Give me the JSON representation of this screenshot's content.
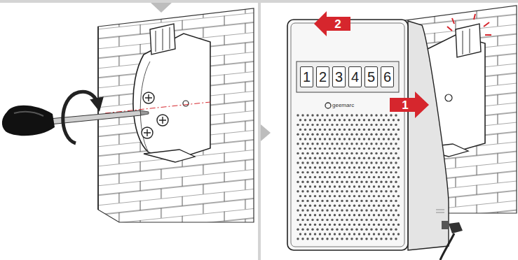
{
  "diagram": {
    "nodes": [
      {
        "text": [
          "1"
        ]
      },
      {
        "text": [
          "2"
        ]
      },
      {
        "text": [
          "3"
        ]
      },
      {
        "text": [
          "4"
        ]
      },
      {
        "text": [
          "5"
        ]
      },
      {
        "text": [
          "6"
        ]
      }
    ],
    "labels": [
      "2",
      "1",
      "geemarc"
    ]
  }
}
